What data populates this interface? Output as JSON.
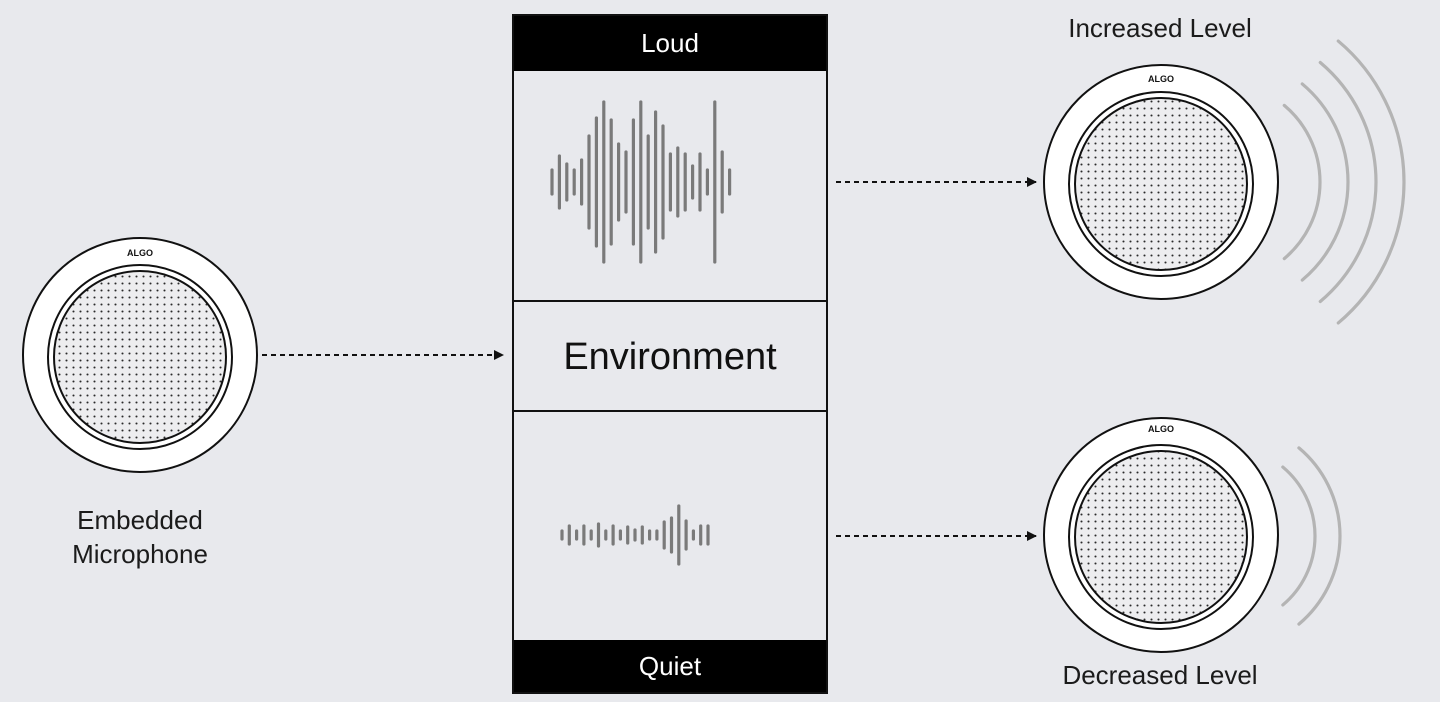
{
  "microphone": {
    "brand": "ALGO",
    "label": "Embedded\nMicrophone"
  },
  "environment": {
    "top_label": "Loud",
    "center_label": "Environment",
    "bottom_label": "Quiet"
  },
  "speakers": {
    "increased": {
      "brand": "ALGO",
      "label": "Increased Level",
      "sound_waves": 4
    },
    "decreased": {
      "brand": "ALGO",
      "label": "Decreased Level",
      "sound_waves": 2
    }
  },
  "colors": {
    "background": "#E8E9ED",
    "outline": "#111111",
    "waveform": "#7a7a7a",
    "sound_waves": "#b4b4b4",
    "band": "#000000"
  }
}
